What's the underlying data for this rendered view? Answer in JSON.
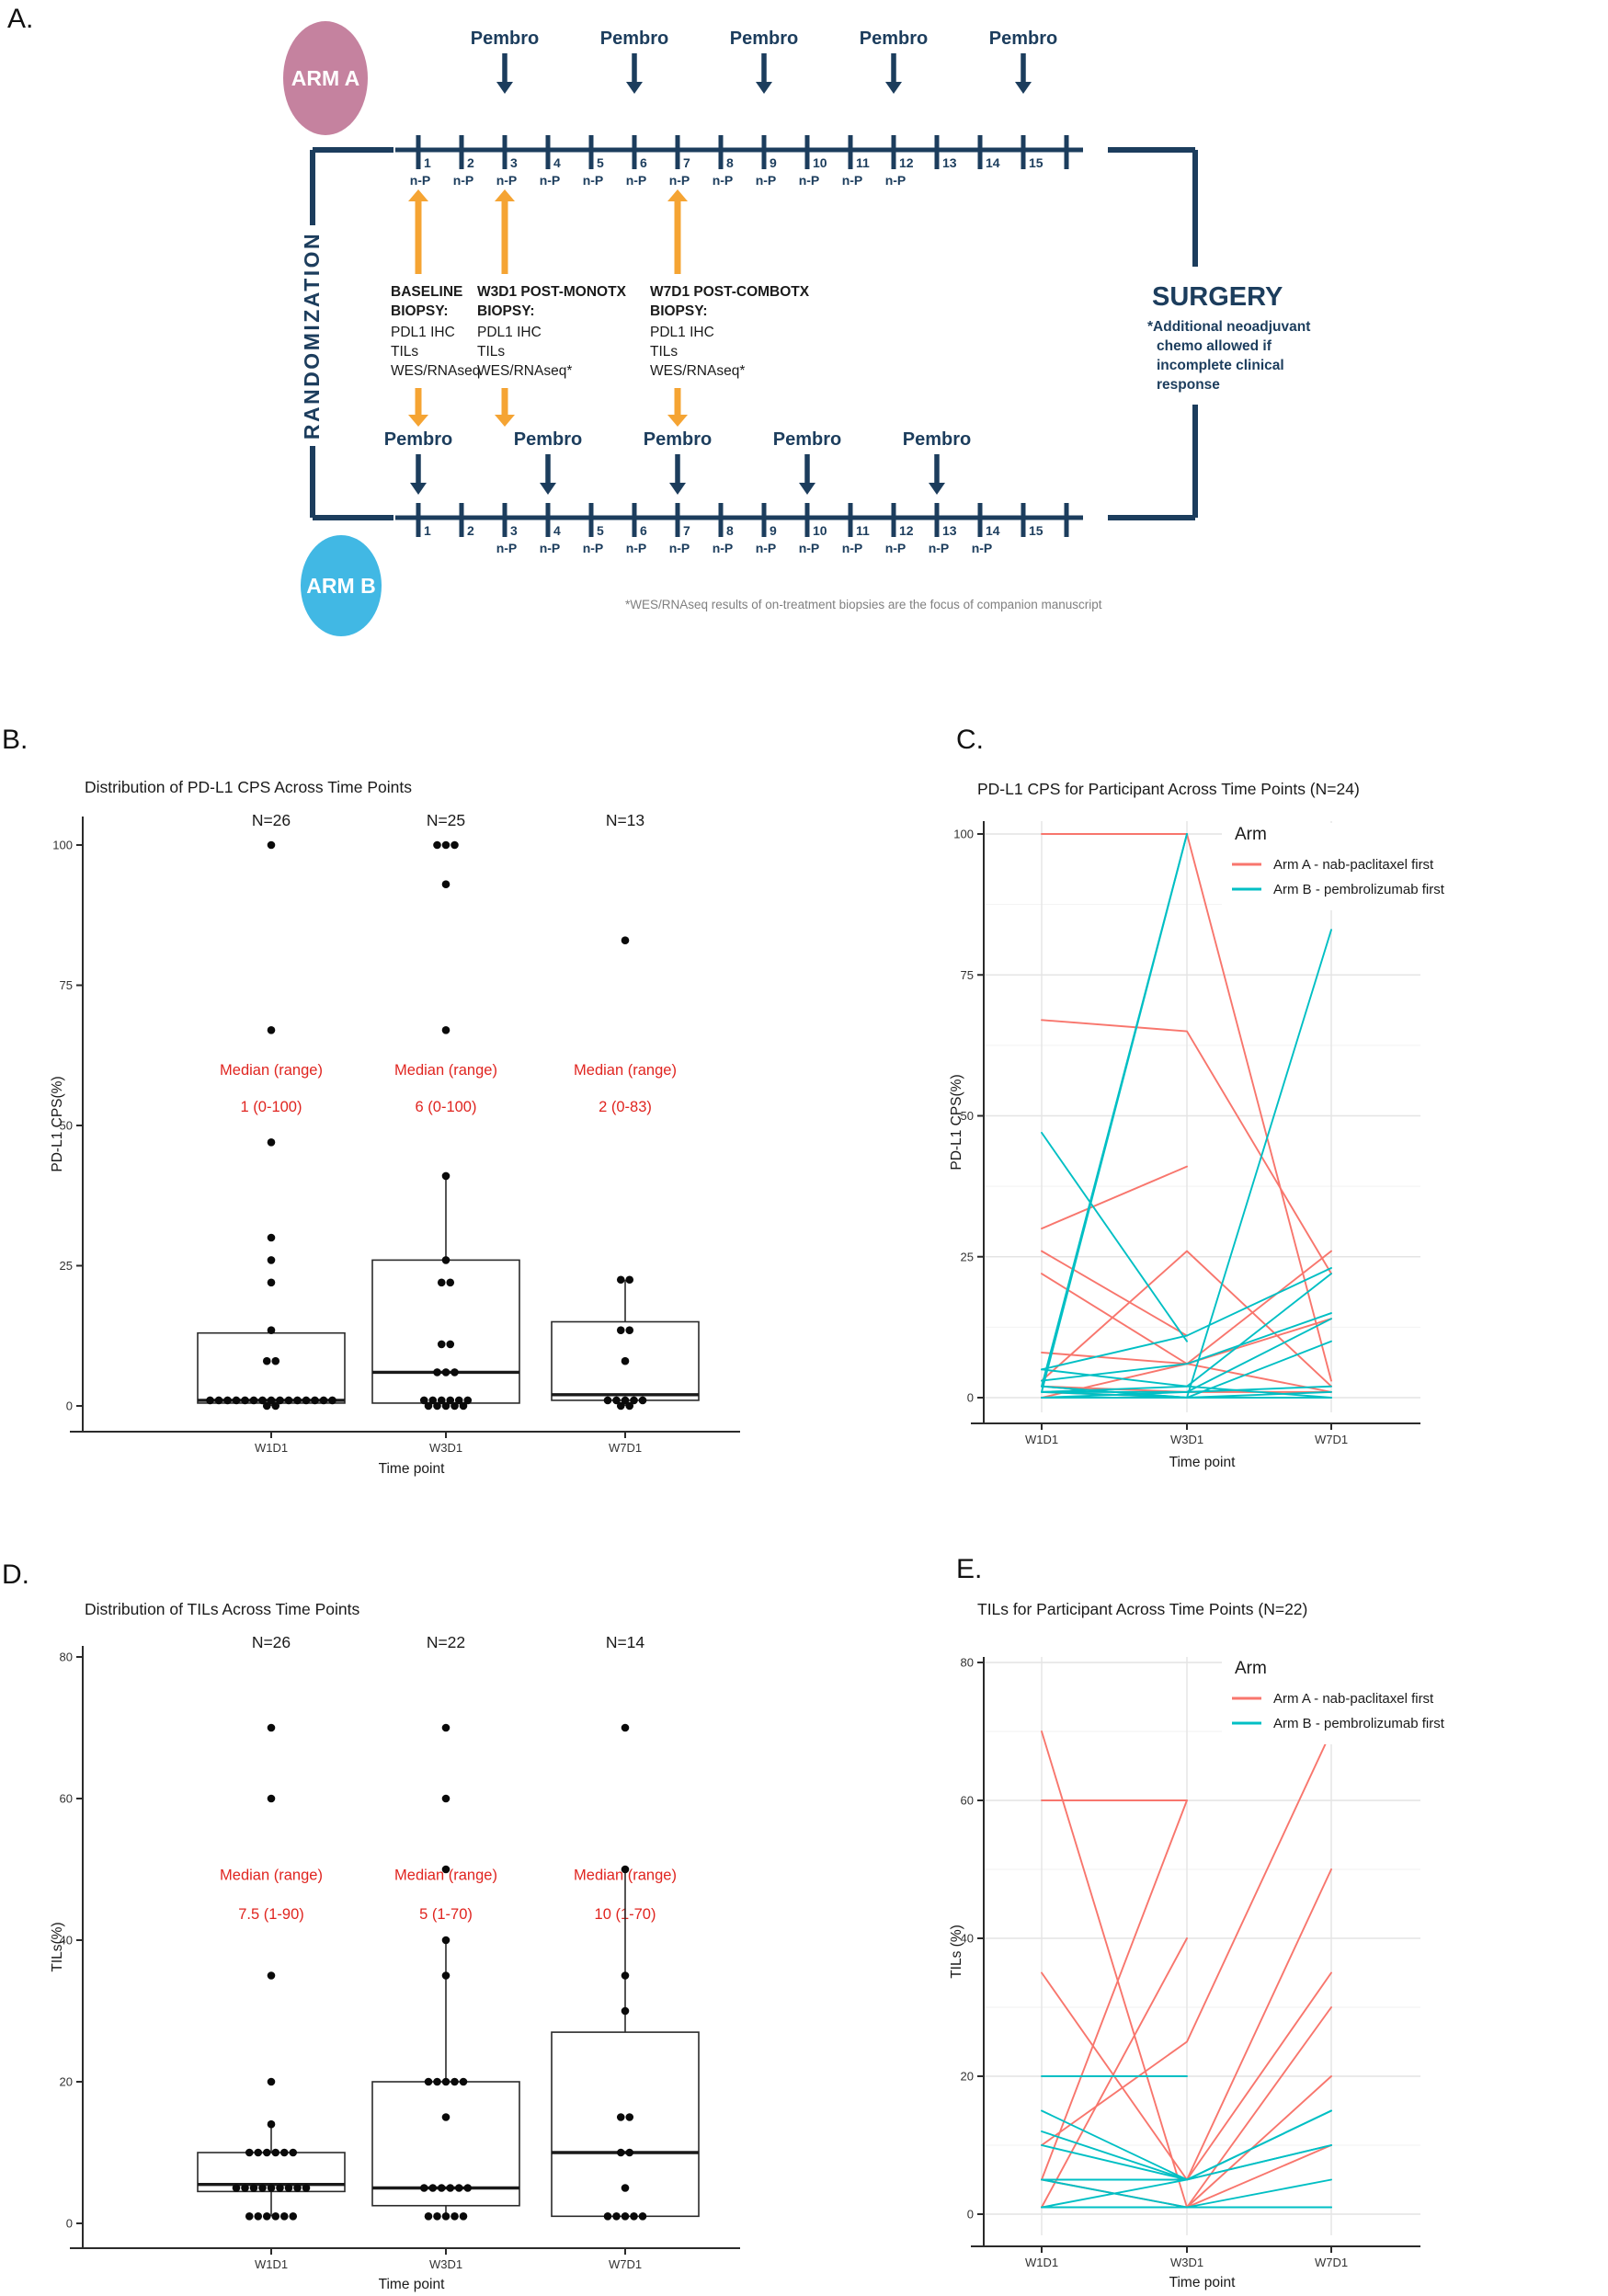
{
  "panels": {
    "a": {
      "label": "A."
    },
    "b": {
      "label": "B."
    },
    "c": {
      "label": "C."
    },
    "d": {
      "label": "D."
    },
    "e": {
      "label": "E."
    }
  },
  "schema": {
    "arm_a_label": "ARM A",
    "arm_b_label": "ARM B",
    "randomization_label": "RANDOMIZATION",
    "pembro_label": "Pembro",
    "np_label": "n-P",
    "weeks": 15,
    "top_arm": {
      "np_from": 1,
      "np_to": 12,
      "pembro_weeks": [
        3,
        6,
        9,
        12,
        15
      ]
    },
    "bottom_arm": {
      "np_from": 3,
      "np_to": 14,
      "pembro_weeks": [
        1,
        4,
        7,
        10,
        13
      ]
    },
    "biopsy_weeks": [
      1,
      3,
      7
    ],
    "biopsies": [
      {
        "title": "BASELINE",
        "subtitle": "BIOPSY:",
        "items": [
          "PDL1 IHC",
          "TILs",
          "WES/RNAseq"
        ]
      },
      {
        "title": "W3D1 POST-MONOTX",
        "subtitle": "BIOPSY:",
        "items": [
          "PDL1 IHC",
          "TILs",
          "WES/RNAseq*"
        ]
      },
      {
        "title": "W7D1 POST-COMBOTX",
        "subtitle": "BIOPSY:",
        "items": [
          "PDL1 IHC",
          "TILs",
          "WES/RNAseq*"
        ]
      }
    ],
    "surgery": {
      "title": "SURGERY",
      "note_lines": [
        "*Additional neoadjuvant",
        "chemo allowed if",
        "incomplete clinical",
        "response"
      ]
    },
    "footnote": "*WES/RNAseq results of on-treatment biopsies are the focus of companion manuscript",
    "colors": {
      "navy": "#1C3D5D",
      "orange": "#F5A433",
      "arm_a": "#C5829F",
      "arm_b": "#41B8E4",
      "footnote": "#808080"
    }
  },
  "chart_data": [
    {
      "panel": "B",
      "type": "bar",
      "subtype": "boxplot-jitter",
      "title": "Distribution of PD-L1 CPS Across Time Points",
      "xlabel": "Time point",
      "ylabel": "PD-L1 CPS(%)",
      "categories": [
        "W1D1",
        "W3D1",
        "W7D1"
      ],
      "n_labels": [
        "N=26",
        "N=25",
        "N=13"
      ],
      "yticks": [
        0,
        25,
        50,
        75,
        100
      ],
      "ylim": [
        0,
        105
      ],
      "annotation_color": "#E02520",
      "median_annotations": [
        [
          "Median (range)",
          "1 (0-100)"
        ],
        [
          "Median (range)",
          "6 (0-100)"
        ],
        [
          "Median (range)",
          "2 (0-83)"
        ]
      ],
      "boxes": [
        {
          "lo": 0,
          "q1": 0.5,
          "med": 1,
          "q3": 13,
          "hi": 13.5
        },
        {
          "lo": 0,
          "q1": 0.5,
          "med": 6,
          "q3": 26,
          "hi": 41
        },
        {
          "lo": 0,
          "q1": 1,
          "med": 2,
          "q3": 15,
          "hi": 22.5
        }
      ],
      "points": [
        [
          [
            100,
            1
          ],
          [
            67,
            1
          ],
          [
            47,
            1
          ],
          [
            30,
            1
          ],
          [
            26,
            1
          ],
          [
            22,
            1
          ],
          [
            13.5,
            1
          ],
          [
            8,
            2
          ],
          [
            1,
            15
          ],
          [
            0,
            2
          ]
        ],
        [
          [
            100,
            3
          ],
          [
            93,
            1
          ],
          [
            67,
            1
          ],
          [
            41,
            1
          ],
          [
            26,
            1
          ],
          [
            22,
            2
          ],
          [
            11,
            2
          ],
          [
            6,
            3
          ],
          [
            1,
            6
          ],
          [
            0,
            5
          ]
        ],
        [
          [
            83,
            1
          ],
          [
            22.5,
            2
          ],
          [
            13.5,
            2
          ],
          [
            8,
            1
          ],
          [
            1,
            5
          ],
          [
            0,
            2
          ]
        ]
      ]
    },
    {
      "panel": "C",
      "type": "line",
      "title": "PD-L1 CPS for Participant Across Time Points (N=24)",
      "xlabel": "Time point",
      "ylabel": "PD-L1 CPS(%)",
      "categories": [
        "W1D1",
        "W3D1",
        "W7D1"
      ],
      "yticks": [
        0,
        25,
        50,
        75,
        100
      ],
      "ylim": [
        0,
        105
      ],
      "grid": true,
      "legend_title": "Arm",
      "legend_position": "inside-top-right",
      "legend": [
        {
          "label": "Arm A - nab-paclitaxel first",
          "color": "#F8766D"
        },
        {
          "label": "Arm B - pembrolizumab first",
          "color": "#00BFC4"
        }
      ],
      "series": [
        {
          "arm": "A",
          "y": [
            100,
            100,
            3
          ]
        },
        {
          "arm": "A",
          "y": [
            67,
            65,
            22
          ]
        },
        {
          "arm": "A",
          "y": [
            30,
            41,
            null
          ]
        },
        {
          "arm": "A",
          "y": [
            26,
            11,
            null
          ]
        },
        {
          "arm": "A",
          "y": [
            22,
            6,
            26
          ]
        },
        {
          "arm": "A",
          "y": [
            8,
            6,
            14
          ]
        },
        {
          "arm": "A",
          "y": [
            3,
            26,
            2
          ]
        },
        {
          "arm": "A",
          "y": [
            2,
            1,
            1
          ]
        },
        {
          "arm": "A",
          "y": [
            1,
            0,
            null
          ]
        },
        {
          "arm": "A",
          "y": [
            0,
            6,
            1
          ]
        },
        {
          "arm": "B",
          "y": [
            1,
            100,
            null
          ]
        },
        {
          "arm": "B",
          "y": [
            2,
            100,
            null
          ]
        },
        {
          "arm": "B",
          "y": [
            47,
            10,
            null
          ]
        },
        {
          "arm": "B",
          "y": [
            5,
            11,
            23
          ]
        },
        {
          "arm": "B",
          "y": [
            3,
            6,
            15
          ]
        },
        {
          "arm": "B",
          "y": [
            1,
            2,
            22
          ]
        },
        {
          "arm": "B",
          "y": [
            2,
            0,
            10
          ]
        },
        {
          "arm": "B",
          "y": [
            0,
            1,
            14
          ]
        },
        {
          "arm": "B",
          "y": [
            1,
            1,
            2
          ]
        },
        {
          "arm": "B",
          "y": [
            0,
            0,
            83
          ]
        },
        {
          "arm": "B",
          "y": [
            0,
            0,
            1
          ]
        },
        {
          "arm": "B",
          "y": [
            1,
            0,
            0
          ]
        },
        {
          "arm": "B",
          "y": [
            5,
            2,
            0
          ]
        },
        {
          "arm": "B",
          "y": [
            2,
            0,
            null
          ]
        }
      ]
    },
    {
      "panel": "D",
      "type": "bar",
      "subtype": "boxplot-jitter",
      "title": "Distribution of TILs Across Time Points",
      "xlabel": "Time point",
      "ylabel": "TILs(%)",
      "categories": [
        "W1D1",
        "W3D1",
        "W7D1"
      ],
      "n_labels": [
        "N=26",
        "N=22",
        "N=14"
      ],
      "yticks": [
        0,
        20,
        40,
        60,
        80
      ],
      "ylim": [
        0,
        85
      ],
      "annotation_color": "#E02520",
      "median_annotations": [
        [
          "Median (range)",
          "7.5 (1-90)"
        ],
        [
          "Median (range)",
          "5 (1-70)"
        ],
        [
          "Median (range)",
          "10 (1-70)"
        ]
      ],
      "boxes": [
        {
          "lo": 1,
          "q1": 4.5,
          "med": 5.5,
          "q3": 10,
          "hi": 14
        },
        {
          "lo": 1,
          "q1": 2.5,
          "med": 5,
          "q3": 20,
          "hi": 40
        },
        {
          "lo": 1,
          "q1": 1,
          "med": 10,
          "q3": 27,
          "hi": 50
        }
      ],
      "points": [
        [
          [
            70,
            1
          ],
          [
            60,
            1
          ],
          [
            35,
            1
          ],
          [
            20,
            1
          ],
          [
            14,
            1
          ],
          [
            10,
            6
          ],
          [
            5,
            9
          ],
          [
            1,
            6
          ]
        ],
        [
          [
            70,
            1
          ],
          [
            60,
            1
          ],
          [
            50,
            1
          ],
          [
            40,
            1
          ],
          [
            35,
            1
          ],
          [
            20,
            5
          ],
          [
            15,
            1
          ],
          [
            5,
            6
          ],
          [
            1,
            5
          ]
        ],
        [
          [
            70,
            1
          ],
          [
            50,
            1
          ],
          [
            35,
            1
          ],
          [
            30,
            1
          ],
          [
            15,
            2
          ],
          [
            10,
            2
          ],
          [
            5,
            1
          ],
          [
            1,
            5
          ]
        ]
      ]
    },
    {
      "panel": "E",
      "type": "line",
      "title": "TILs for Participant Across Time Points (N=22)",
      "xlabel": "Time point",
      "ylabel": "TILs (%)",
      "categories": [
        "W1D1",
        "W3D1",
        "W7D1"
      ],
      "yticks": [
        0,
        20,
        40,
        60,
        80
      ],
      "ylim": [
        0,
        85
      ],
      "grid": true,
      "legend_title": "Arm",
      "legend_position": "inside-top-right",
      "legend": [
        {
          "label": "Arm A - nab-paclitaxel first",
          "color": "#F8766D"
        },
        {
          "label": "Arm B - pembrolizumab first",
          "color": "#00BFC4"
        }
      ],
      "series": [
        {
          "arm": "A",
          "y": [
            70,
            1,
            null
          ]
        },
        {
          "arm": "A",
          "y": [
            60,
            60,
            null
          ]
        },
        {
          "arm": "A",
          "y": [
            35,
            5,
            null
          ]
        },
        {
          "arm": "A",
          "y": [
            5,
            60,
            null
          ]
        },
        {
          "arm": "A",
          "y": [
            10,
            25,
            70
          ]
        },
        {
          "arm": "A",
          "y": [
            1,
            40,
            null
          ]
        },
        {
          "arm": "A",
          "y": [
            null,
            5,
            50
          ]
        },
        {
          "arm": "A",
          "y": [
            null,
            5,
            35
          ]
        },
        {
          "arm": "A",
          "y": [
            null,
            1,
            30
          ]
        },
        {
          "arm": "A",
          "y": [
            5,
            1,
            20
          ]
        },
        {
          "arm": "A",
          "y": [
            1,
            1,
            10
          ]
        },
        {
          "arm": "B",
          "y": [
            20,
            20,
            null
          ]
        },
        {
          "arm": "B",
          "y": [
            15,
            5,
            null
          ]
        },
        {
          "arm": "B",
          "y": [
            12,
            5,
            15
          ]
        },
        {
          "arm": "B",
          "y": [
            10,
            5,
            null
          ]
        },
        {
          "arm": "B",
          "y": [
            5,
            5,
            10
          ]
        },
        {
          "arm": "B",
          "y": [
            1,
            5,
            null
          ]
        },
        {
          "arm": "B",
          "y": [
            5,
            1,
            1
          ]
        },
        {
          "arm": "B",
          "y": [
            null,
            5,
            15
          ]
        },
        {
          "arm": "B",
          "y": [
            null,
            1,
            1
          ]
        },
        {
          "arm": "B",
          "y": [
            1,
            1,
            5
          ]
        },
        {
          "arm": "B",
          "y": [
            null,
            5,
            10
          ]
        }
      ]
    }
  ]
}
